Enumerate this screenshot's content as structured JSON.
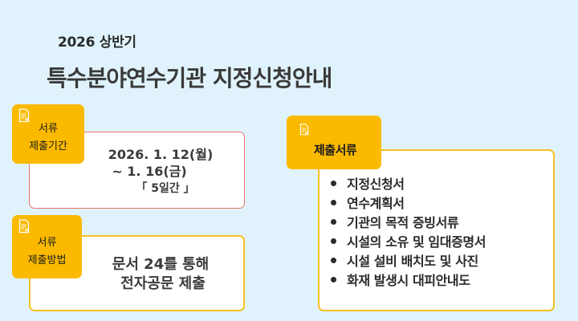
{
  "header": {
    "subtitle": "2026 상반기",
    "title": "특수분야연수기관 지정신청안내"
  },
  "period": {
    "tag_icon": "document-icon",
    "tag_line1": "서류",
    "tag_line2": "제출기간",
    "line1": "2026. 1. 12(월)",
    "line2": "~ 1. 16(금)",
    "line3": "「 5일간 」",
    "border_color": "#E8736B"
  },
  "method": {
    "tag_icon": "document-icon",
    "tag_line1": "서류",
    "tag_line2": "제출방법",
    "line1": "문서 24를 통해",
    "line2": "전자공문 제출",
    "border_color": "#F5C022"
  },
  "documents": {
    "tag_icon": "document-icon",
    "tag_label": "제출서류",
    "items": [
      "지정신청서",
      "연수계획서",
      "기관의 목적 증빙서류",
      "시설의 소유 및 임대증명서",
      "시설 설비 배치도 및 사진",
      "화재 발생시 대피안내도"
    ],
    "border_color": "#F5C022"
  },
  "colors": {
    "background": "#E0F3FC",
    "tag": "#FBBA00",
    "text": "#333333"
  }
}
